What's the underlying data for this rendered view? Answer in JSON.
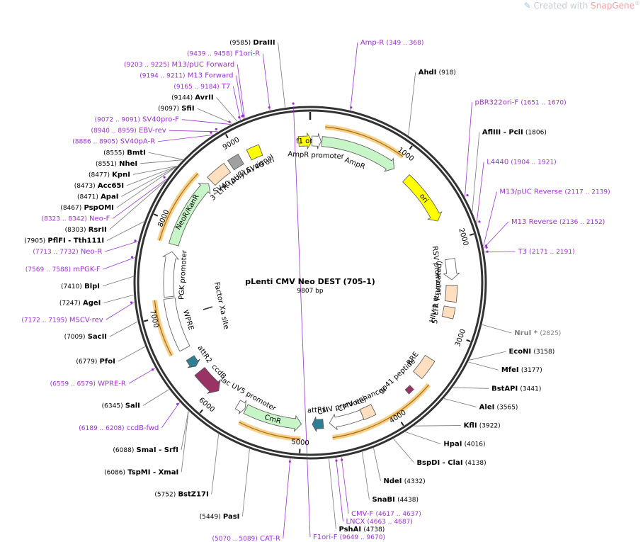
{
  "watermark": {
    "prefix": "Created with ",
    "brand": "SnapGene",
    "reg": "®"
  },
  "title": "pLenti CMV Neo DEST (705-1)",
  "size": "9807 bp",
  "colors": {
    "primer": "#9933cc",
    "enzyme": "#000000",
    "enzyme_gray": "#7f7f7f",
    "arrow": "#c8f5c8",
    "ori": "#ffff00",
    "ltr": "#ffdfc0",
    "teal": "#2e7f93",
    "ccdB": "#993366",
    "orange": "#e0a020"
  },
  "map": {
    "ticks": [
      {
        "pos": 0,
        "label": ""
      },
      {
        "pos": 1000,
        "label": "1000"
      },
      {
        "pos": 2000,
        "label": "2000"
      },
      {
        "pos": 3000,
        "label": "3000"
      },
      {
        "pos": 4000,
        "label": "4000"
      },
      {
        "pos": 5000,
        "label": "5000"
      },
      {
        "pos": 6000,
        "label": "6000"
      },
      {
        "pos": 7000,
        "label": "7000"
      },
      {
        "pos": 8000,
        "label": "8000"
      },
      {
        "pos": 9000,
        "label": "9000"
      }
    ],
    "labels": [
      {
        "kind": "enzyme",
        "name": "DraIII",
        "coord": "(9585)",
        "pos": 9585,
        "side": "L"
      },
      {
        "kind": "primer",
        "name": "F1ori-F",
        "coord": "(9649 .. 9670)",
        "pos": 9660,
        "side": "R"
      },
      {
        "kind": "primer",
        "name": "F1ori-R",
        "coord": "(9439 .. 9458)",
        "pos": 9449,
        "side": "L"
      },
      {
        "kind": "primer",
        "name": "Amp-R",
        "coord": "(349 .. 368)",
        "pos": 358,
        "side": "R"
      },
      {
        "kind": "primer",
        "name": "M13/pUC Forward",
        "coord": "(9203 .. 9225)",
        "pos": 9214,
        "side": "L"
      },
      {
        "kind": "primer",
        "name": "M13 Forward",
        "coord": "(9194 .. 9211)",
        "pos": 9202,
        "side": "L"
      },
      {
        "kind": "primer",
        "name": "T7",
        "coord": "(9165 .. 9184)",
        "pos": 9174,
        "side": "L"
      },
      {
        "kind": "enzyme",
        "name": "AhdI",
        "coord": "(918)",
        "pos": 918,
        "side": "R"
      },
      {
        "kind": "enzyme",
        "name": "AvrII",
        "coord": "(9144)",
        "pos": 9144,
        "side": "L"
      },
      {
        "kind": "enzyme",
        "name": "SfiI",
        "coord": "(9097)",
        "pos": 9097,
        "side": "L"
      },
      {
        "kind": "primer",
        "name": "SV40pro-F",
        "coord": "(9072 .. 9091)",
        "pos": 9081,
        "side": "L"
      },
      {
        "kind": "primer",
        "name": "EBV-rev",
        "coord": "(8940 .. 8959)",
        "pos": 8949,
        "side": "L"
      },
      {
        "kind": "primer",
        "name": "SV40pA-R",
        "coord": "(8886 .. 8905)",
        "pos": 8895,
        "side": "L"
      },
      {
        "kind": "enzyme",
        "name": "BmtI",
        "coord": "(8555)",
        "pos": 8555,
        "side": "L"
      },
      {
        "kind": "enzyme",
        "name": "NheI",
        "coord": "(8551)",
        "pos": 8551,
        "side": "L"
      },
      {
        "kind": "primer",
        "name": "pBR322ori-F",
        "coord": "(1651 .. 1670)",
        "pos": 1660,
        "side": "R"
      },
      {
        "kind": "enzyme",
        "name": "KpnI",
        "coord": "(8477)",
        "pos": 8477,
        "side": "L"
      },
      {
        "kind": "enzyme",
        "name": "AflIII - PciI",
        "coord": "(1806)",
        "pos": 1806,
        "side": "R"
      },
      {
        "kind": "enzyme",
        "name": "Acc65I",
        "coord": "(8473)",
        "pos": 8473,
        "side": "L"
      },
      {
        "kind": "enzyme",
        "name": "ApaI",
        "coord": "(8471)",
        "pos": 8471,
        "side": "L"
      },
      {
        "kind": "primer",
        "name": "L4440",
        "coord": "(1904 .. 1921)",
        "pos": 1912,
        "side": "R"
      },
      {
        "kind": "enzyme",
        "name": "PspOMI",
        "coord": "(8467)",
        "pos": 8467,
        "side": "L"
      },
      {
        "kind": "primer",
        "name": "Neo-F",
        "coord": "(8323 .. 8342)",
        "pos": 8332,
        "side": "L"
      },
      {
        "kind": "enzyme",
        "name": "RsrII",
        "coord": "(8303)",
        "pos": 8303,
        "side": "L"
      },
      {
        "kind": "primer",
        "name": "M13/pUC Reverse",
        "coord": "(2117 .. 2139)",
        "pos": 2128,
        "side": "R"
      },
      {
        "kind": "primer",
        "name": "M13 Reverse",
        "coord": "(2136 .. 2152)",
        "pos": 2144,
        "side": "R"
      },
      {
        "kind": "enzyme",
        "name": "PflFI - Tth111I",
        "coord": "(7905)",
        "pos": 7905,
        "side": "L"
      },
      {
        "kind": "primer",
        "name": "T3",
        "coord": "(2171 .. 2191)",
        "pos": 2181,
        "side": "R"
      },
      {
        "kind": "primer",
        "name": "Neo-R",
        "coord": "(7713 .. 7732)",
        "pos": 7722,
        "side": "L"
      },
      {
        "kind": "primer",
        "name": "mPGK-F",
        "coord": "(7569 .. 7588)",
        "pos": 7578,
        "side": "L"
      },
      {
        "kind": "enzyme",
        "name": "BlpI",
        "coord": "(7410)",
        "pos": 7410,
        "side": "L"
      },
      {
        "kind": "enzyme",
        "name": "AgeI",
        "coord": "(7247)",
        "pos": 7247,
        "side": "L"
      },
      {
        "kind": "primer",
        "name": "MSCV-rev",
        "coord": "(7172 .. 7195)",
        "pos": 7183,
        "side": "L"
      },
      {
        "kind": "enzyme_gray",
        "name": "NruI *",
        "coord": "(2825)",
        "pos": 2825,
        "side": "R"
      },
      {
        "kind": "enzyme",
        "name": "SacII",
        "coord": "(7009)",
        "pos": 7009,
        "side": "L"
      },
      {
        "kind": "enzyme",
        "name": "EcoNI",
        "coord": "(3158)",
        "pos": 3158,
        "side": "R"
      },
      {
        "kind": "enzyme",
        "name": "MfeI",
        "coord": "(3177)",
        "pos": 3177,
        "side": "R"
      },
      {
        "kind": "enzyme",
        "name": "PfoI",
        "coord": "(6779)",
        "pos": 6779,
        "side": "L"
      },
      {
        "kind": "enzyme",
        "name": "BstAPI",
        "coord": "(3441)",
        "pos": 3441,
        "side": "R"
      },
      {
        "kind": "primer",
        "name": "WPRE-R",
        "coord": "(6559 .. 6579)",
        "pos": 6569,
        "side": "L"
      },
      {
        "kind": "enzyme",
        "name": "AleI",
        "coord": "(3565)",
        "pos": 3565,
        "side": "R"
      },
      {
        "kind": "enzyme",
        "name": "SalI",
        "coord": "(6345)",
        "pos": 6345,
        "side": "L"
      },
      {
        "kind": "primer",
        "name": "ccdB-fwd",
        "coord": "(6189 .. 6208)",
        "pos": 6198,
        "side": "L"
      },
      {
        "kind": "enzyme",
        "name": "SmaI - SrfI",
        "coord": "(6088)",
        "pos": 6088,
        "side": "L"
      },
      {
        "kind": "enzyme",
        "name": "TspMI - XmaI",
        "coord": "(6086)",
        "pos": 6086,
        "side": "L"
      },
      {
        "kind": "enzyme",
        "name": "KflI",
        "coord": "(3922)",
        "pos": 3922,
        "side": "R"
      },
      {
        "kind": "enzyme",
        "name": "HpaI",
        "coord": "(4016)",
        "pos": 4016,
        "side": "R"
      },
      {
        "kind": "enzyme",
        "name": "BspDI - ClaI",
        "coord": "(4138)",
        "pos": 4138,
        "side": "R"
      },
      {
        "kind": "enzyme",
        "name": "BstZ17I",
        "coord": "(5752)",
        "pos": 5752,
        "side": "L"
      },
      {
        "kind": "enzyme",
        "name": "NdeI",
        "coord": "(4332)",
        "pos": 4332,
        "side": "R"
      },
      {
        "kind": "enzyme",
        "name": "SnaBI",
        "coord": "(4438)",
        "pos": 4438,
        "side": "R"
      },
      {
        "kind": "enzyme",
        "name": "PasI",
        "coord": "(5449)",
        "pos": 5449,
        "side": "L"
      },
      {
        "kind": "primer",
        "name": "CMV-F",
        "coord": "(4617 .. 4637)",
        "pos": 4627,
        "side": "R"
      },
      {
        "kind": "primer",
        "name": "CAT-R",
        "coord": "(5070 .. 5089)",
        "pos": 5080,
        "side": "L"
      },
      {
        "kind": "primer",
        "name": "LNCX",
        "coord": "(4663 .. 4687)",
        "pos": 4675,
        "side": "R"
      },
      {
        "kind": "enzyme",
        "name": "PshAI",
        "coord": "(4738)",
        "pos": 4738,
        "side": "R"
      }
    ],
    "features": [
      {
        "name": "f1 ori",
        "type": "arrow",
        "start": 9680,
        "end": 20,
        "color": "ori",
        "labelInside": true
      },
      {
        "name": "AmpR promoter",
        "type": "arrow",
        "start": 20,
        "end": 120,
        "color": "white",
        "label": "AmpR promoter"
      },
      {
        "name": "AmpR",
        "type": "arrow",
        "start": 130,
        "end": 990,
        "color": "arrow",
        "label": "AmpR"
      },
      {
        "name": "ori",
        "type": "arrow",
        "start": 1160,
        "end": 1750,
        "color": "ori",
        "labelInside": true
      },
      {
        "name": "RSV promoter",
        "type": "arrow",
        "start": 2190,
        "end": 2420,
        "color": "white",
        "label": "RSV promoter"
      },
      {
        "name": "5' LTR (truncated)",
        "type": "box",
        "start": 2480,
        "end": 2660,
        "color": "ltr",
        "label": "5' LTR (truncated)"
      },
      {
        "name": "HIV-1 Ψ",
        "type": "box",
        "start": 2720,
        "end": 2840,
        "color": "ltr",
        "label": "HIV-1 Ψ"
      },
      {
        "name": "RRE",
        "type": "box",
        "start": 3330,
        "end": 3560,
        "color": "ltr",
        "label": "RRE"
      },
      {
        "name": "gp41 peptide",
        "type": "small",
        "start": 3700,
        "end": 3770,
        "color": "ccdB",
        "label": "gp41 peptide"
      },
      {
        "name": "CMV enhancer",
        "type": "box",
        "start": 4180,
        "end": 4320,
        "color": "ltr",
        "label": "CMV enhancer"
      },
      {
        "name": "CMV promoter",
        "type": "arrow",
        "start": 4320,
        "end": 4690,
        "color": "white",
        "label": "CMV promoter"
      },
      {
        "name": "attR1",
        "type": "teal",
        "start": 4760,
        "end": 4880,
        "color": "teal",
        "label": "attR1"
      },
      {
        "name": "CmR",
        "type": "arrowrev",
        "start": 5000,
        "end": 5640,
        "color": "arrow",
        "labelInside": true
      },
      {
        "name": "lac UV5 promoter",
        "type": "arrowrev",
        "start": 5650,
        "end": 5740,
        "color": "white",
        "label": "lac UV5 promoter"
      },
      {
        "name": "ccdB",
        "type": "bigrev",
        "start": 6000,
        "end": 6300,
        "color": "ccdB",
        "label": "ccdB"
      },
      {
        "name": "attR2",
        "type": "teal",
        "start": 6370,
        "end": 6480,
        "color": "teal",
        "label": "attR2"
      },
      {
        "name": "WPRE",
        "type": "box",
        "start": 6600,
        "end": 7180,
        "color": "white",
        "label": "WPRE"
      },
      {
        "name": "PGK promoter",
        "type": "arrow",
        "start": 7200,
        "end": 7700,
        "color": "white",
        "label": "PGK promoter"
      },
      {
        "name": "NeoR/KanR",
        "type": "arrow",
        "start": 7780,
        "end": 8560,
        "color": "arrow",
        "labelInside": true
      },
      {
        "name": "3' LTR (ΔU3)",
        "type": "box",
        "start": 8600,
        "end": 8830,
        "color": "ltr",
        "label": "3' LTR (ΔU3)"
      },
      {
        "name": "SV40 poly(A) signal",
        "type": "box",
        "start": 8880,
        "end": 9010,
        "color": "gray",
        "label": "SV40 poly(A) signal"
      },
      {
        "name": "SV40 ori",
        "type": "box",
        "start": 9110,
        "end": 9250,
        "color": "ori",
        "label": "SV40 ori"
      }
    ],
    "inside_label": "Factor Xa site"
  }
}
